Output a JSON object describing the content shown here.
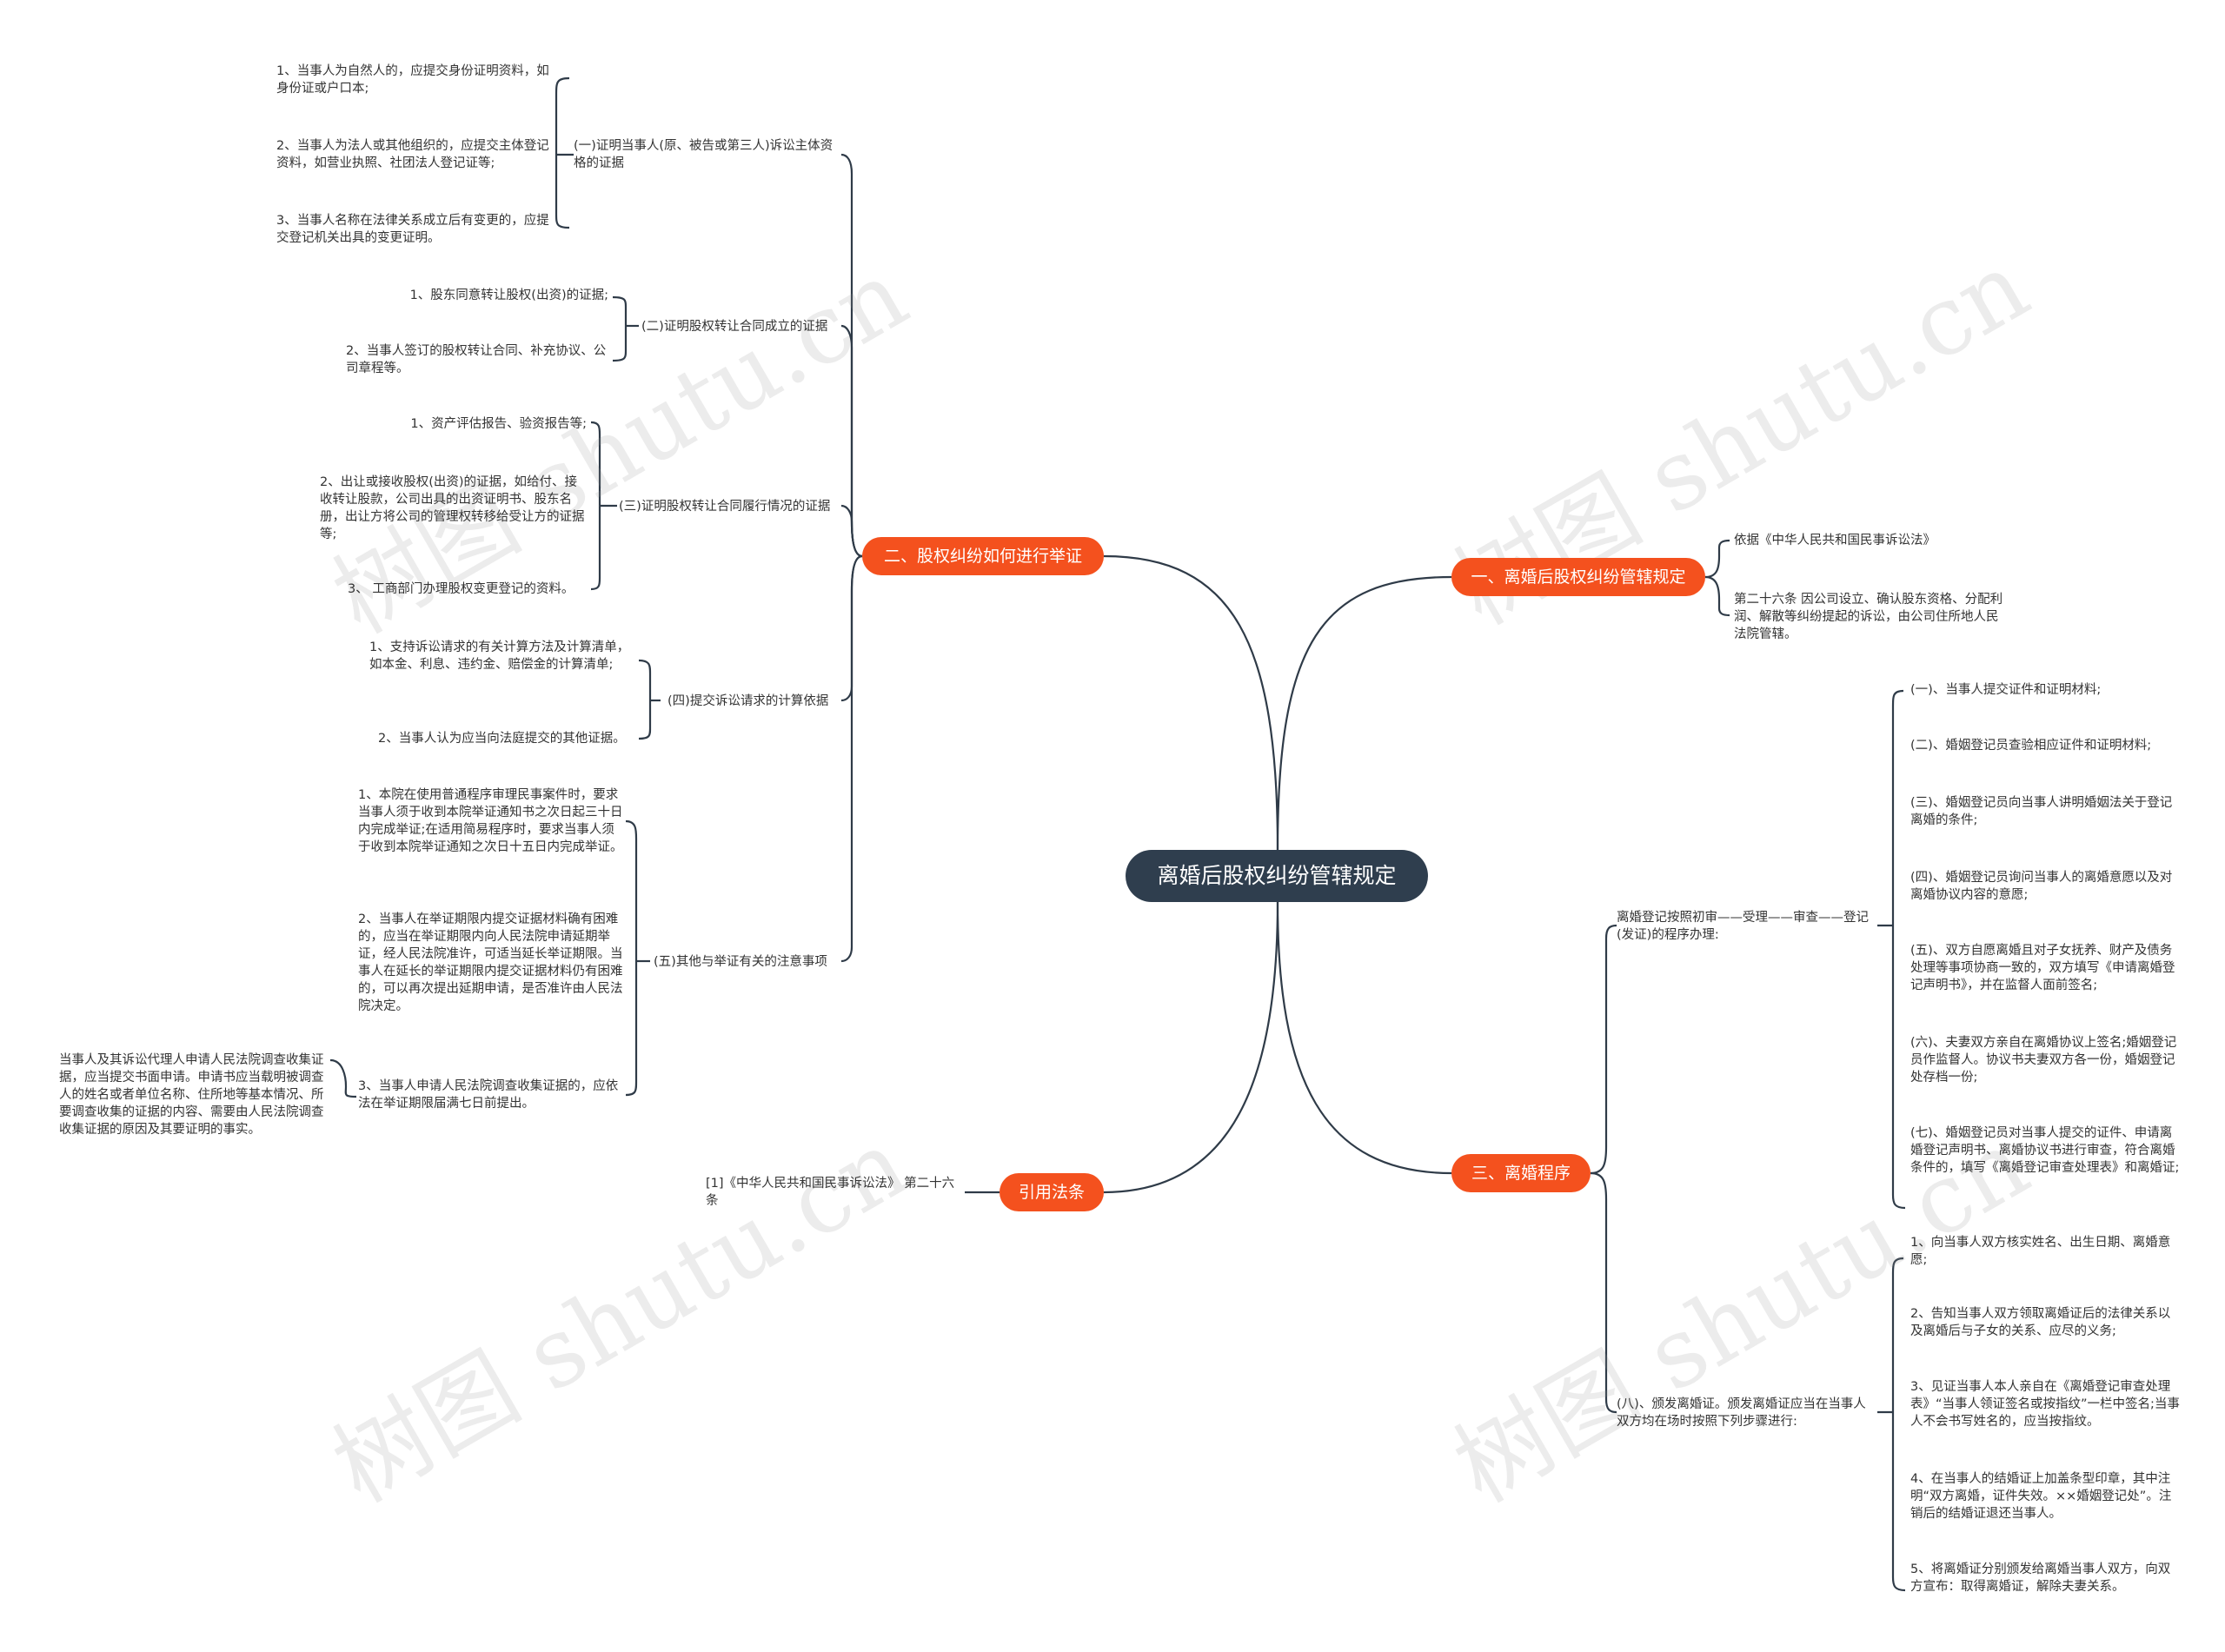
{
  "root": "离婚后股权纠纷管辖规定",
  "branches": {
    "b1": "一、离婚后股权纠纷管辖规定",
    "b2": "二、股权纠纷如何进行举证",
    "b3": "三、离婚程序",
    "b4": "引用法条"
  },
  "b1_leaves": [
    "依据《中华人民共和国民事诉讼法》",
    "第二十六条 因公司设立、确认股东资格、分配利润、解散等纠纷提起的诉讼，由公司住所地人民法院管辖。"
  ],
  "b2": {
    "g1": {
      "label": "(一)证明当事人(原、被告或第三人)诉讼主体资格的证据",
      "items": [
        "1、当事人为自然人的，应提交身份证明资料，如身份证或户口本;",
        "2、当事人为法人或其他组织的，应提交主体登记资料，如营业执照、社团法人登记证等;",
        "3、当事人名称在法律关系成立后有变更的，应提交登记机关出具的变更证明。"
      ]
    },
    "g2": {
      "label": "(二)证明股权转让合同成立的证据",
      "items": [
        "1、股东同意转让股权(出资)的证据;",
        "2、当事人签订的股权转让合同、补充协议、公司章程等。"
      ]
    },
    "g3": {
      "label": "(三)证明股权转让合同履行情况的证据",
      "items": [
        "1、资产评估报告、验资报告等;",
        "2、出让或接收股权(出资)的证据，如给付、接收转让股款，公司出具的出资证明书、股东名册，出让方将公司的管理权转移给受让方的证据等;",
        "3、 工商部门办理股权变更登记的资料。"
      ]
    },
    "g4": {
      "label": "(四)提交诉讼请求的计算依据",
      "items": [
        "1、支持诉讼请求的有关计算方法及计算清单，如本金、利息、违约金、赔偿金的计算清单;",
        "2、当事人认为应当向法庭提交的其他证据。"
      ]
    },
    "g5": {
      "label": "(五)其他与举证有关的注意事项",
      "items": [
        "1、本院在使用普通程序审理民事案件时，要求当事人须于收到本院举证通知书之次日起三十日内完成举证;在适用简易程序时，要求当事人须于收到本院举证通知之次日十五日内完成举证。",
        "2、当事人在举证期限内提交证据材料确有困难的，应当在举证期限内向人民法院申请延期举证，经人民法院准许，可适当延长举证期限。当事人在延长的举证期限内提交证据材料仍有困难的，可以再次提出延期申请，是否准许由人民法院决定。",
        "3、当事人申请人民法院调查收集证据的，应依法在举证期限届满七日前提出。"
      ],
      "sub": "当事人及其诉讼代理人申请人民法院调查收集证据，应当提交书面申请。申请书应当载明被调查人的姓名或者单位名称、住所地等基本情况、所要调查收集的证据的内容、需要由人民法院调查收集证据的原因及其要证明的事实。"
    }
  },
  "b3": {
    "g1": {
      "label": "离婚登记按照初审——受理——审查——登记(发证)的程序办理:",
      "items": [
        "(一)、当事人提交证件和证明材料;",
        "(二)、婚姻登记员查验相应证件和证明材料;",
        "(三)、婚姻登记员向当事人讲明婚姻法关于登记离婚的条件;",
        "(四)、婚姻登记员询问当事人的离婚意愿以及对离婚协议内容的意愿;",
        "(五)、双方自愿离婚且对子女抚养、财产及债务处理等事项协商一致的，双方填写《申请离婚登记声明书》，并在监督人面前签名;",
        "(六)、夫妻双方亲自在离婚协议上签名;婚姻登记员作监督人。协议书夫妻双方各一份，婚姻登记处存档一份;",
        "(七)、婚姻登记员对当事人提交的证件、申请离婚登记声明书、离婚协议书进行审查，符合离婚条件的，填写《离婚登记审查处理表》和离婚证;"
      ]
    },
    "g2": {
      "label": "(八)、颁发离婚证。颁发离婚证应当在当事人双方均在场时按照下列步骤进行:",
      "items": [
        "1、向当事人双方核实姓名、出生日期、离婚意愿;",
        "2、告知当事人双方领取离婚证后的法律关系以及离婚后与子女的关系、应尽的义务;",
        "3、见证当事人本人亲自在《离婚登记审查处理表》“当事人领证签名或按指纹”一栏中签名;当事人不会书写姓名的，应当按指纹。",
        "4、在当事人的结婚证上加盖条型印章，其中注明“双方离婚，证件失效。××婚姻登记处”。注销后的结婚证退还当事人。",
        "5、将离婚证分别颁发给离婚当事人双方，向双方宣布：取得离婚证，解除夫妻关系。"
      ]
    }
  },
  "b4_leaf": "[1]《中华人民共和国民事诉讼法》 第二十六条",
  "watermark": "树图 shutu.cn"
}
